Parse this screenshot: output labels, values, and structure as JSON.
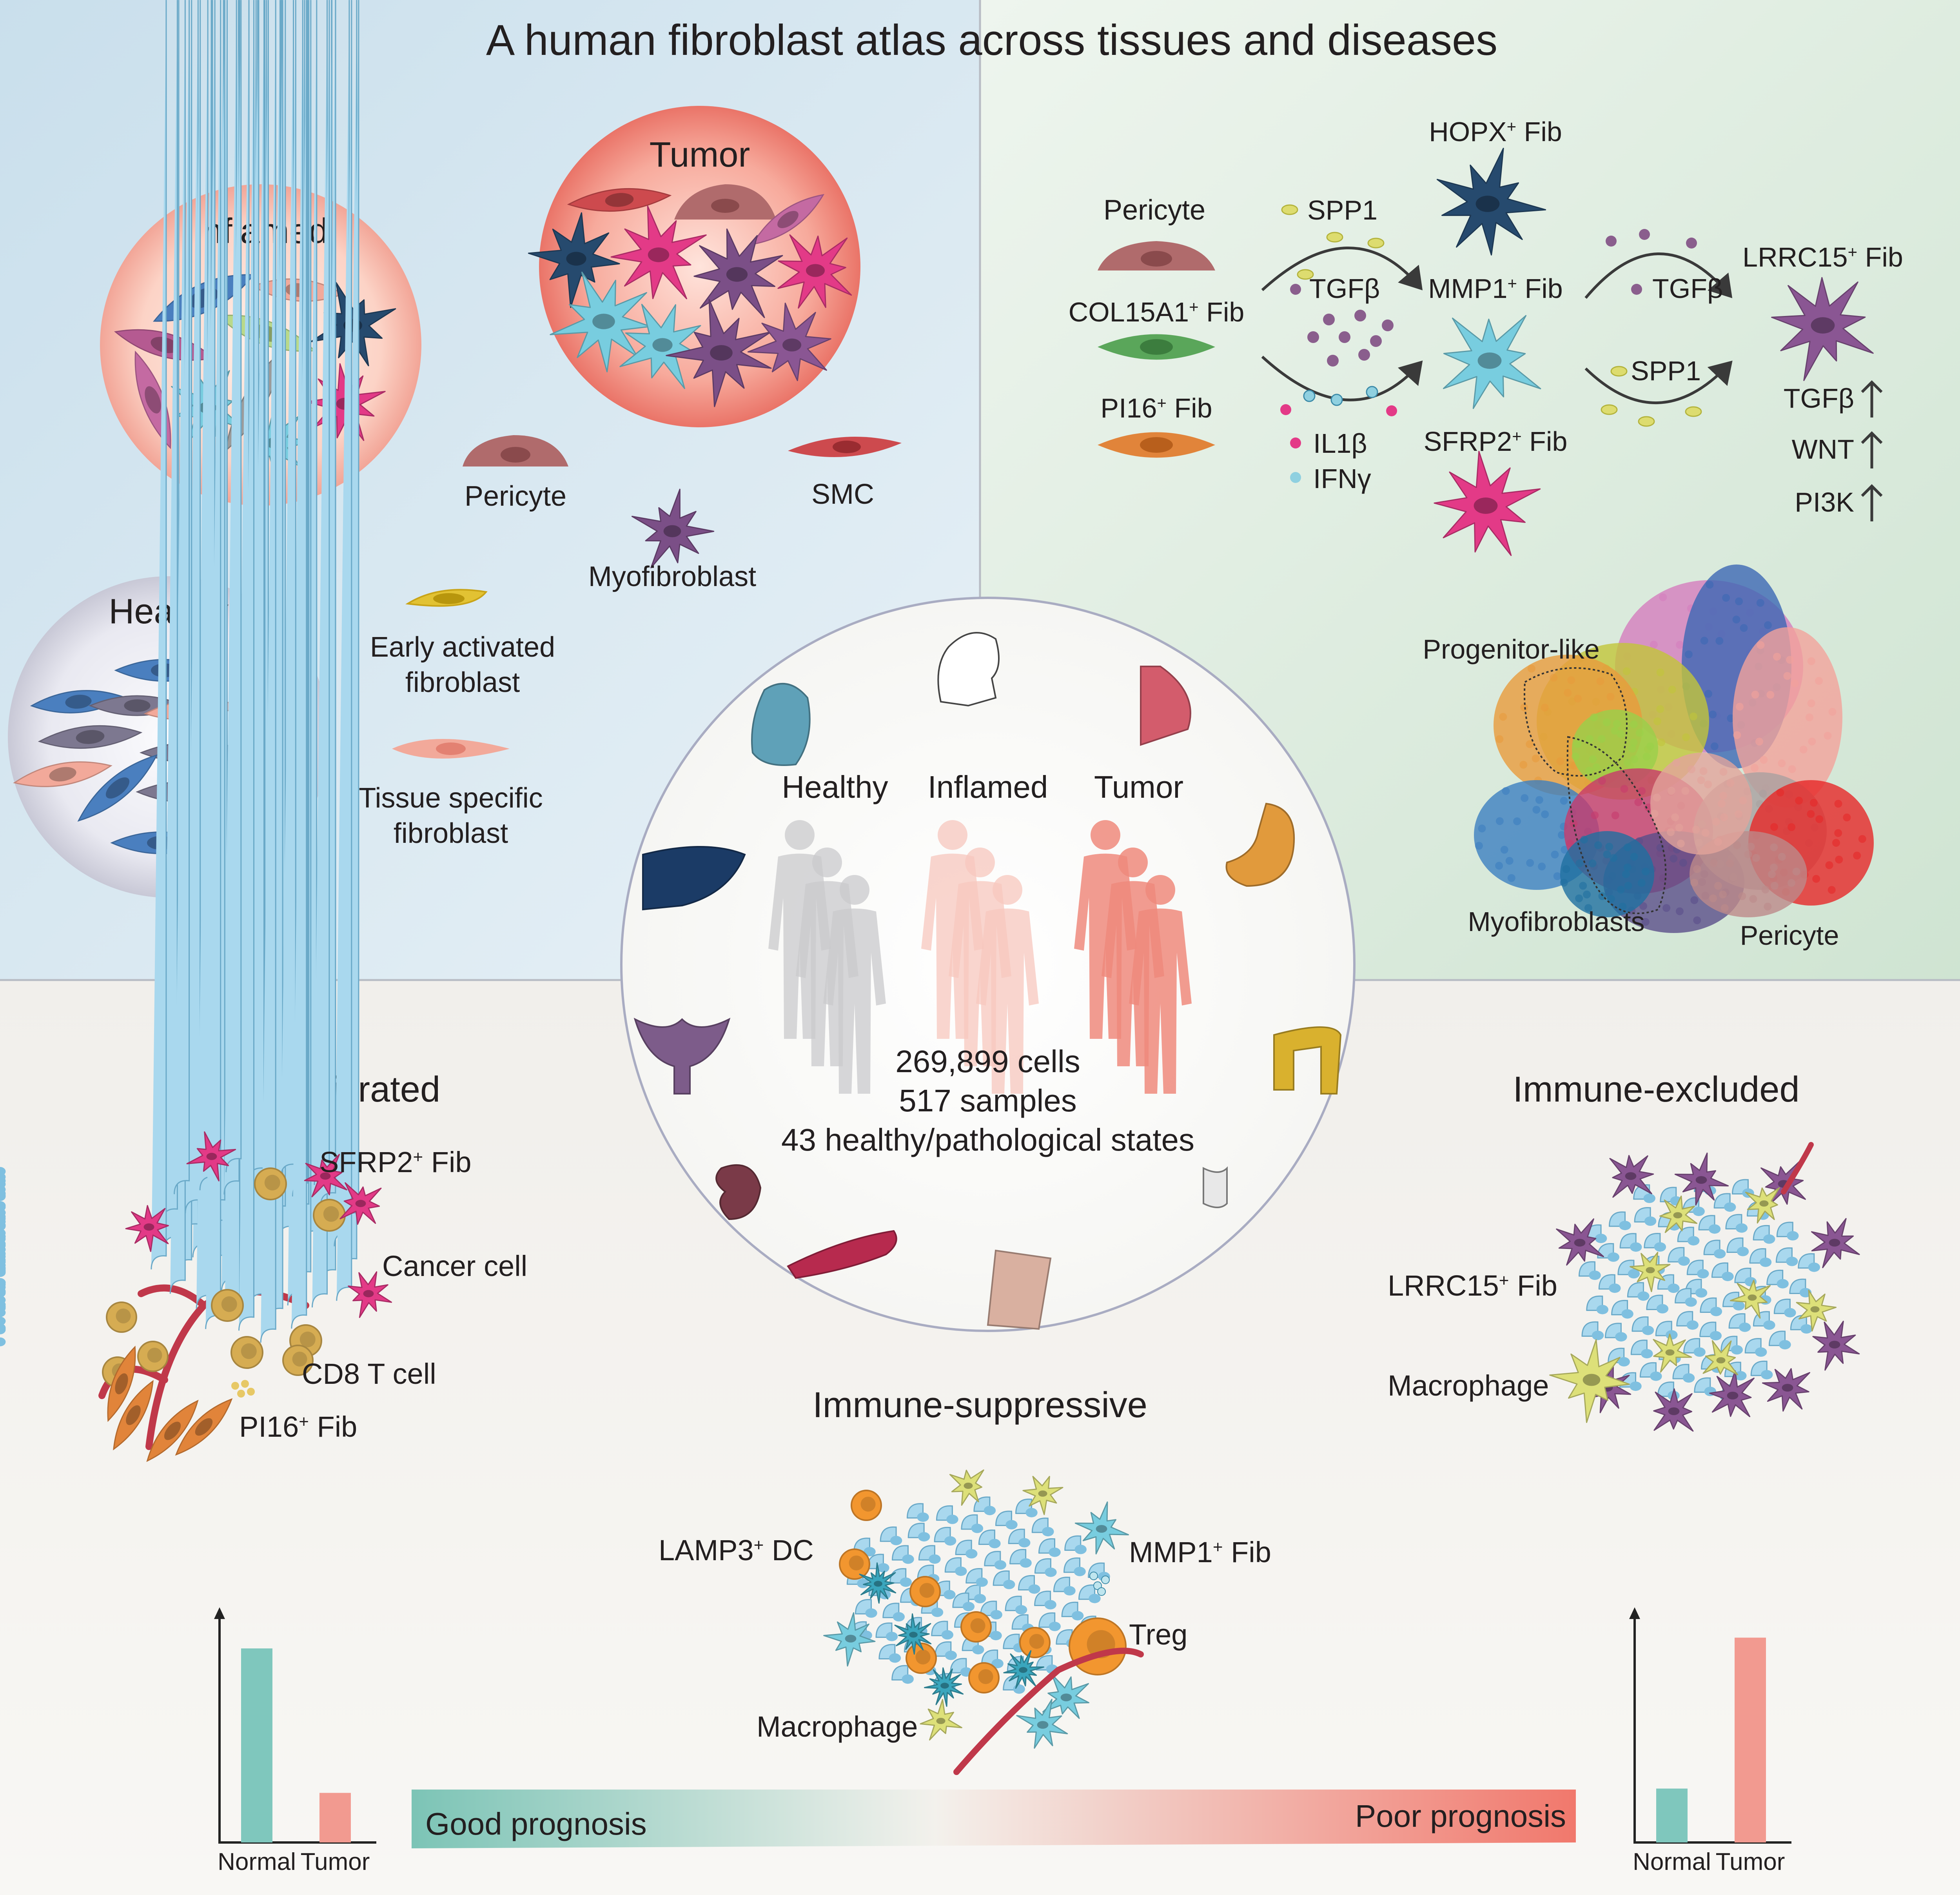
{
  "title": "A human fibroblast atlas across tissues and diseases",
  "colors": {
    "healthy_bg": "#dbe9f1",
    "green_bg": "#e3efe3",
    "bottom_bg": "#f0eeea",
    "pericyte": "#b06b6c",
    "smc": "#cd4a4e",
    "myofibroblast": "#7b4f87",
    "early_activated": "#e2c233",
    "tissue_specific": "#f2a99a",
    "hopx": "#264a6e",
    "mmp1": "#78cddf",
    "sfrp2": "#e33a87",
    "lrrc15": "#8a5693",
    "col15a1": "#5aa65a",
    "pi16": "#e1843a",
    "cancer": "#a9d8ee",
    "cd8": "#d6ac52",
    "macrophage": "#dde079",
    "dc": "#3aa6bd",
    "treg": "#f2962f",
    "normal_bar": "#7fc7bd",
    "tumor_bar": "#f29a90"
  },
  "top_left": {
    "inflamed": "Inflamed",
    "tumor": "Tumor",
    "healthy": "Healthy",
    "pericyte": "Pericyte",
    "smc": "SMC",
    "myofibroblast": "Myofibroblast",
    "early_l1": "Early activated",
    "early_l2": "fibroblast",
    "tissue_l1": "Tissue specific",
    "tissue_l2": "fibroblast"
  },
  "top_right": {
    "pericyte": "Pericyte",
    "col15a1_base": "COL15A1",
    "pi16_base": "PI16",
    "plus": "+",
    "fib": " Fib",
    "spp1": "SPP1",
    "tgfb": "TGFβ",
    "il1b": "IL1β",
    "ifng": "IFNγ",
    "hopx_base": "HOPX",
    "mmp1_base": "MMP1",
    "sfrp2_base": "SFRP2",
    "lrrc15_base": "LRRC15",
    "tgfb2": "TGFβ",
    "spp1b": "SPP1",
    "up_tgfb": "TGFβ",
    "up_wnt": "WNT",
    "up_pi3k": "PI3K",
    "progenitor": "Progenitor-like",
    "myofibroblasts": "Myofibroblasts",
    "pericyte_umap": "Pericyte"
  },
  "center": {
    "healthy": "Healthy",
    "inflamed": "Inflamed",
    "tumor": "Tumor",
    "stat1": "269,899 cells",
    "stat2": "517 samples",
    "stat3": "43 healthy/pathological states"
  },
  "bottom": {
    "immune_infiltrated": "Immune-infiltrated",
    "immune_excluded": "Immune-excluded",
    "immune_suppressive": "Immune-suppressive",
    "sfrp2_base": "SFRP2",
    "pi16_base": "PI16",
    "lrrc15_base": "LRRC15",
    "mmp1_base": "MMP1",
    "lamp3_base": "LAMP3",
    "plus": "+",
    "fib": " Fib",
    "dc": " DC",
    "cancer_cell": "Cancer cell",
    "cd8": "CD8 T cell",
    "macrophage_right": "Macrophage",
    "macrophage_mid": "Macrophage",
    "treg": "Treg",
    "good": "Good prognosis",
    "poor": "Poor prognosis",
    "left_bar": {
      "normal_label": "Normal",
      "tumor_label": "Tumor",
      "normal": 0.9,
      "tumor": 0.23
    },
    "right_bar": {
      "normal_label": "Normal",
      "tumor_label": "Tumor",
      "normal": 0.25,
      "tumor": 0.95
    }
  }
}
